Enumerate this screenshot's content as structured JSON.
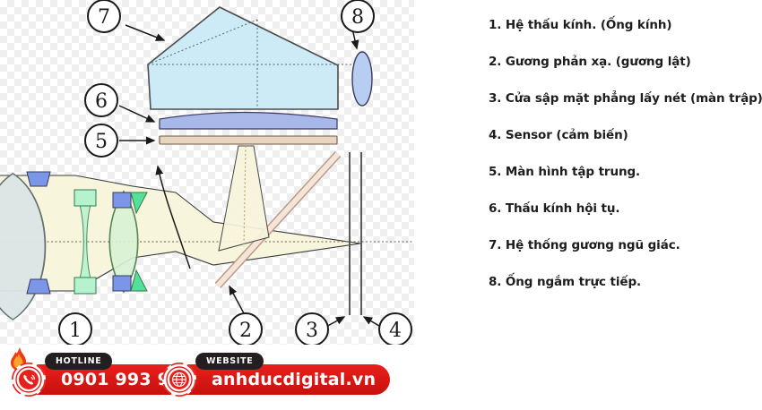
{
  "diagram": {
    "title": "DSLR camera optical path cross-section",
    "callouts": [
      {
        "id": "1",
        "label": "1"
      },
      {
        "id": "2",
        "label": "2"
      },
      {
        "id": "3",
        "label": "3"
      },
      {
        "id": "4",
        "label": "4"
      },
      {
        "id": "5",
        "label": "5"
      },
      {
        "id": "6",
        "label": "6"
      },
      {
        "id": "7",
        "label": "7"
      },
      {
        "id": "8",
        "label": "8"
      }
    ],
    "colors": {
      "pentaprism_fill": "#cdebf7",
      "pentaprism_stroke": "#4d4d4d",
      "condenser_lens_fill": "#a8b8e8",
      "focus_screen_fill": "#e8d5c0",
      "mirror_fill": "#f2ddd0",
      "light_cone_fill": "#f7f5dc",
      "front_element_fill": "#dde6e6",
      "mid_element_fill": "#b6f2cd",
      "rear_element_fill": "#d8f2d4",
      "bracket_fill": "#7b96e8",
      "eyepiece_fill": "#b8cdf2",
      "outline": "#3a3a3a"
    }
  },
  "legend": {
    "items": [
      "1. Hệ thấu kính. (Ống kính)",
      "2. Gương phản xạ. (gương lật)",
      "3. Cửa sập mặt phẳng lấy nét (màn trập)",
      "4. Sensor (cảm biến)",
      "5. Màn hình tập trung.",
      "6. Thấu kính hội tụ.",
      "7. Hệ thống gương ngũ giác.",
      "8. Ống ngắm trực tiếp."
    ]
  },
  "contact": {
    "hotline": {
      "tab_label": "HOTLINE",
      "value": "0901 993 997",
      "icon": "phone-icon"
    },
    "website": {
      "tab_label": "WEBSITE",
      "value": "anhducdigital.vn",
      "icon": "globe-icon"
    },
    "brand_color": "#e8201c",
    "tab_color": "#231f20"
  }
}
